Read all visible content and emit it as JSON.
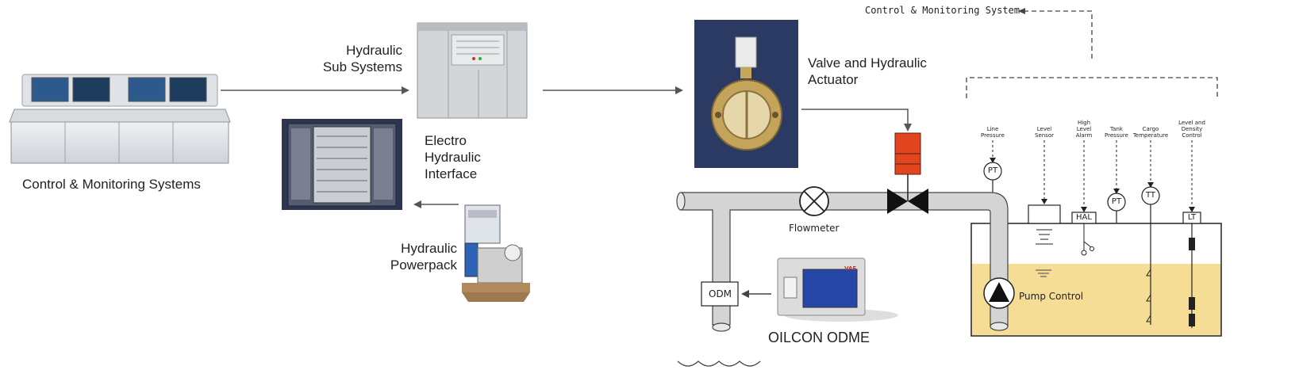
{
  "left": {
    "console_label": "Control & Monitoring Systems",
    "hydraulic_sub_systems": [
      "Hydraulic",
      "Sub Systems"
    ],
    "electro_hydraulic_interface": [
      "Electro",
      "Hydraulic",
      "Interface"
    ],
    "hydraulic_powerpack": [
      "Hydraulic",
      "Powerpack"
    ],
    "valve_actuator": [
      "Valve and Hydraulic",
      "Actuator"
    ]
  },
  "schematic": {
    "system_label": "Control & Monitoring System",
    "flowmeter": "Flowmeter",
    "odm": "ODM",
    "odme_label": "OILCON ODME",
    "pump_control": "Pump Control",
    "sensors": [
      {
        "label": [
          "Line",
          "Pressure"
        ],
        "tag": "PT"
      },
      {
        "label": [
          "Level",
          "Sensor"
        ],
        "tag": ""
      },
      {
        "label": [
          "High",
          "Level",
          "Alarm"
        ],
        "tag": "HAL"
      },
      {
        "label": [
          "Tank",
          "Pressure"
        ],
        "tag": "PT"
      },
      {
        "label": [
          "Cargo",
          "Temperature"
        ],
        "tag": "TT"
      },
      {
        "label": [
          "Level and",
          "Density",
          "Control"
        ],
        "tag": "LT"
      }
    ],
    "odme_panel_brand": "VAF"
  },
  "colors": {
    "tank_fill": "#f6dd96",
    "actuator_red": "#e2451f",
    "valve_bg": "#2b3a63",
    "pipe": "#c9c9c9"
  }
}
